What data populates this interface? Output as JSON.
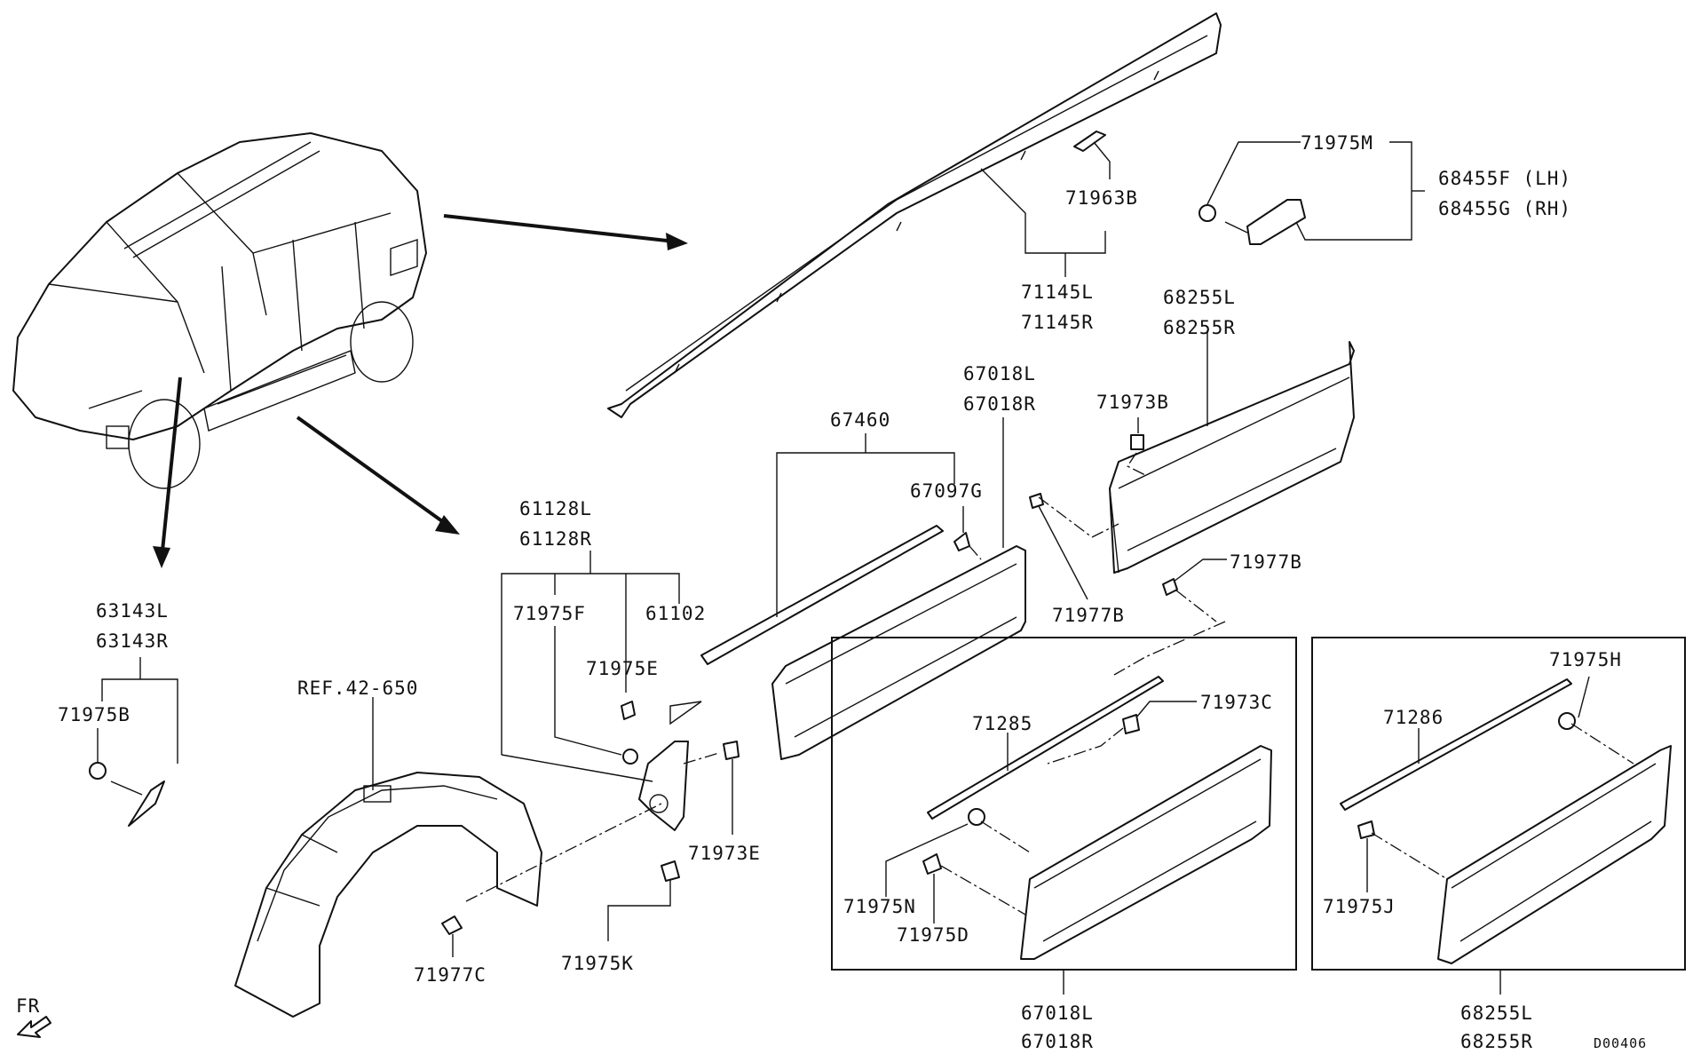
{
  "labels": {
    "p71975M": "71975M",
    "p68455F": "68455F (LH)",
    "p68455G": "68455G (RH)",
    "p71963B": "71963B",
    "p71145L": "71145L",
    "p71145R": "71145R",
    "p68255L_top": "68255L",
    "p68255R_top": "68255R",
    "p67018L_top": "67018L",
    "p67018R_top": "67018R",
    "p71973B": "71973B",
    "p67460": "67460",
    "p67097G": "67097G",
    "p61128L": "61128L",
    "p61128R": "61128R",
    "p71975F": "71975F",
    "p61102": "61102",
    "p71975E": "71975E",
    "p71977B_right": "71977B",
    "p71977B_left": "71977B",
    "p63143L": "63143L",
    "p63143R": "63143R",
    "p71975B": "71975B",
    "ref": "REF.42-650",
    "p71285": "71285",
    "p71973C": "71973C",
    "p71975N": "71975N",
    "p71975D": "71975D",
    "p71973E": "71973E",
    "p71975K": "71975K",
    "p71977C": "71977C",
    "p71286": "71286",
    "p71975H": "71975H",
    "p71975J": "71975J",
    "p67018L_bot": "67018L",
    "p67018R_bot": "67018R",
    "p68255L_bot": "68255L",
    "p68255R_bot": "68255R",
    "fr": "FR",
    "code": "D00406"
  }
}
